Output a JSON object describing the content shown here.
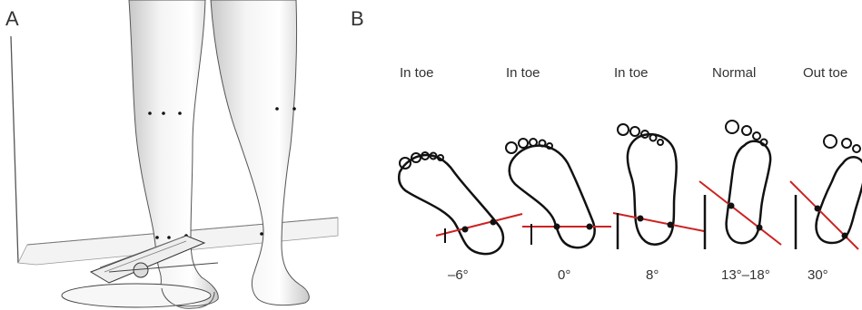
{
  "panels": {
    "a": {
      "label": "A"
    },
    "b": {
      "label": "B"
    }
  },
  "feet": [
    {
      "condition": "In toe",
      "angle": "–6°"
    },
    {
      "condition": "In toe",
      "angle": "0°"
    },
    {
      "condition": "In toe",
      "angle": "8°"
    },
    {
      "condition": "Normal",
      "angle": "13°–18°"
    },
    {
      "condition": "Out toe",
      "angle": "30°"
    }
  ],
  "colors": {
    "line": "#cc2222",
    "outline": "#111111"
  }
}
